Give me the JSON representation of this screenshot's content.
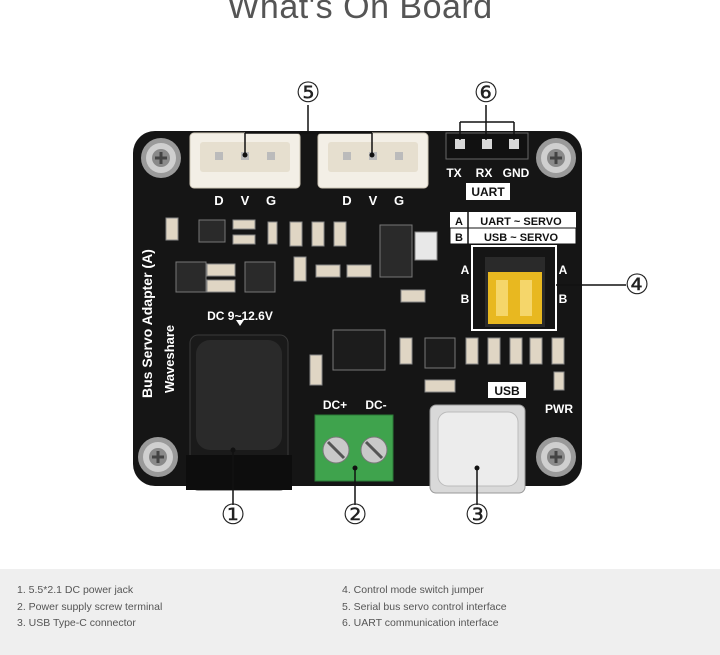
{
  "title": "What's On Board",
  "callouts": [
    "①",
    "②",
    "③",
    "④",
    "⑤",
    "⑥"
  ],
  "board": {
    "name": "Bus Servo Adapter (A)",
    "brand": "Waveshare",
    "dc_label": "DC 9~12.6V",
    "dc_plus": "DC+",
    "dc_minus": "DC-",
    "usb": "USB",
    "pwr": "PWR",
    "uart": "UART",
    "uart_pins": [
      "TX",
      "RX",
      "GND"
    ],
    "servo_pins": [
      "D",
      "V",
      "G"
    ],
    "mode_a": "A",
    "mode_b": "B",
    "mode_a_text": "UART ~ SERVO",
    "mode_b_text": "USB ~ SERVO"
  },
  "legend": {
    "left": [
      "1. 5.5*2.1 DC power jack",
      "2. Power supply screw terminal",
      "3. USB Type-C connector"
    ],
    "right": [
      "4. Control mode switch jumper",
      "5. Serial bus servo control interface",
      "6. UART communication interface"
    ]
  },
  "colors": {
    "pcb": "#151515",
    "terminal": "#3fa34d",
    "jumper": "#e8b820",
    "connector": "#f3efe6"
  }
}
